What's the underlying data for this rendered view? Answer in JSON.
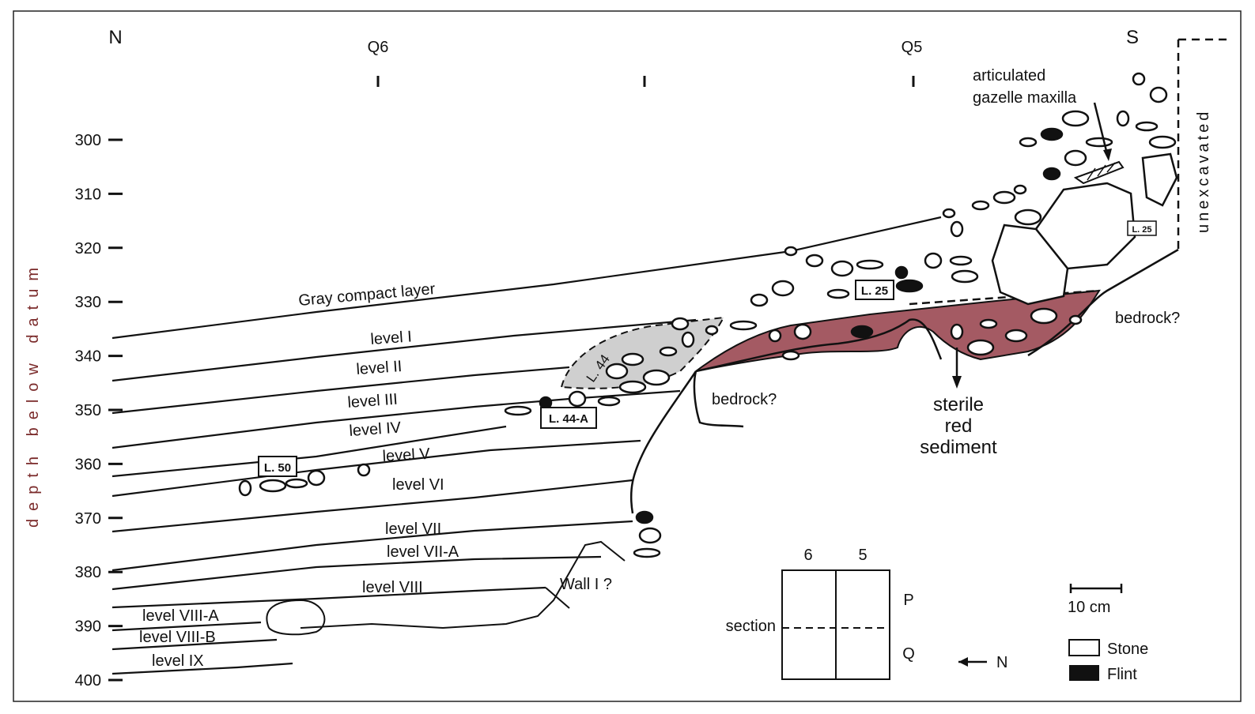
{
  "orientation": {
    "north": "N",
    "south": "S"
  },
  "grid_labels": [
    "Q6",
    "Q5"
  ],
  "depth_axis": {
    "label": "depth below datum",
    "ticks": [
      300,
      310,
      320,
      330,
      340,
      350,
      360,
      370,
      380,
      390,
      400
    ]
  },
  "layers": {
    "gray": "Gray compact layer",
    "levels": [
      "level I",
      "level II",
      "level III",
      "level IV",
      "level V",
      "level VI",
      "level VII",
      "level VII-A",
      "level VIII",
      "level VIII-A",
      "level VIII-B",
      "level IX"
    ]
  },
  "loci": {
    "l25a": "L. 25",
    "l25b": "L. 25",
    "l44": "L. 44",
    "l44a": "L. 44-A",
    "l50": "L. 50"
  },
  "annotations": {
    "maxilla_1": "articulated",
    "maxilla_2": "gazelle maxilla",
    "unexcavated": "unexcavated",
    "bedrock_1": "bedrock?",
    "bedrock_2": "bedrock?",
    "sterile_1": "sterile",
    "sterile_2": "red",
    "sterile_3": "sediment",
    "wall": "Wall I ?"
  },
  "inset": {
    "cols": [
      "6",
      "5"
    ],
    "rows": [
      "P",
      "Q"
    ],
    "section": "section",
    "north": "N"
  },
  "scale": "10 cm",
  "legend": [
    {
      "label": "Stone",
      "fill": "#ffffff"
    },
    {
      "label": "Flint",
      "fill": "#111111"
    }
  ],
  "colors": {
    "red_sediment": "#a45a63",
    "locus_44": "#cfcfcf",
    "axis_text": "#7a2a2a"
  }
}
